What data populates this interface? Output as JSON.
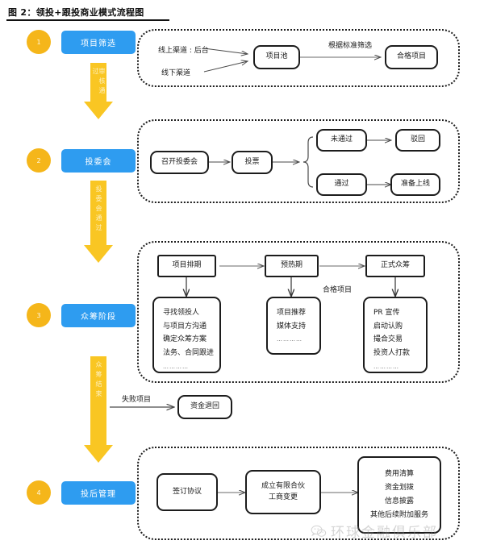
{
  "title": "图 2：领投+跟投商业模式流程图",
  "colors": {
    "accent_blue": "#2e9cf0",
    "accent_yellow": "#f5b61a",
    "arrow_yellow": "#f9c623",
    "line_black": "#1c1c1c"
  },
  "stages": [
    {
      "number": "1",
      "label": "项目筛选"
    },
    {
      "number": "2",
      "label": "投委会"
    },
    {
      "number": "3",
      "label": "众筹阶段"
    },
    {
      "number": "4",
      "label": "投后管理"
    }
  ],
  "transitions": [
    {
      "label": "审核通过"
    },
    {
      "label": "投委会通过"
    },
    {
      "label": "众筹结束"
    }
  ],
  "sections": [
    {
      "id": "screening",
      "nodes": [
        {
          "id": "online-channel",
          "text": "线上渠道 : 后台"
        },
        {
          "id": "offline-channel",
          "text": "线下渠道"
        },
        {
          "id": "project-pool",
          "text": "项目池"
        },
        {
          "id": "qualified-project",
          "text": "合格项目"
        }
      ],
      "edge_labels": [
        {
          "id": "standard-filter",
          "text": "根据标准筛选"
        }
      ]
    },
    {
      "id": "investment-committee",
      "nodes": [
        {
          "id": "hold-meeting",
          "text": "召开投委会"
        },
        {
          "id": "vote",
          "text": "投票"
        },
        {
          "id": "not-passed",
          "text": "未通过"
        },
        {
          "id": "rejected",
          "text": "驳回"
        },
        {
          "id": "passed",
          "text": "通过"
        },
        {
          "id": "prepare-launch",
          "text": "准备上线"
        }
      ]
    },
    {
      "id": "crowdfunding",
      "nodes": [
        {
          "id": "schedule",
          "text": "项目排期"
        },
        {
          "id": "warmup",
          "text": "预热期"
        },
        {
          "id": "formal-crowdfunding",
          "text": "正式众筹"
        }
      ],
      "edge_labels": [
        {
          "id": "qualified-project-label",
          "text": "合格项目"
        }
      ],
      "detail_boxes": [
        {
          "id": "schedule-details",
          "items": [
            "寻找领投人",
            "与项目方沟通",
            "确定众筹方案",
            "法务、合同跟进"
          ],
          "ellipsis": "…………"
        },
        {
          "id": "warmup-details",
          "items": [
            "项目推荐",
            "媒体支持"
          ],
          "ellipsis": "…………"
        },
        {
          "id": "crowdfunding-details",
          "items": [
            "PR 宣传",
            "启动认购",
            "撮合交易",
            "投资人打款"
          ],
          "ellipsis": "…………"
        }
      ]
    },
    {
      "id": "post-investment",
      "nodes": [
        {
          "id": "sign-agreement",
          "text": "签订协议"
        },
        {
          "id": "establish-lp",
          "lines": [
            "成立有限合伙",
            "工商变更"
          ]
        },
        {
          "id": "post-services",
          "lines": [
            "费用清算",
            "资金划拨",
            "信息披露",
            "其他后续附加服务"
          ]
        }
      ]
    }
  ],
  "failure_branch": {
    "label": "失败项目",
    "node": "资金退回"
  },
  "watermark": {
    "text": "环球金融俱乐部",
    "icon": "wechat-icon"
  }
}
